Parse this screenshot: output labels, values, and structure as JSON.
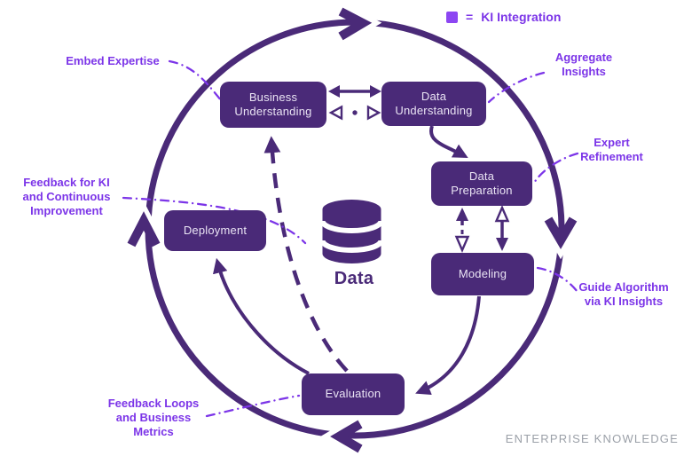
{
  "legend": {
    "equals": "=",
    "label": "KI Integration"
  },
  "stages": {
    "business_understanding": {
      "label": "Business\nUnderstanding"
    },
    "data_understanding": {
      "label": "Data\nUnderstanding"
    },
    "data_preparation": {
      "label": "Data\nPreparation"
    },
    "modeling": {
      "label": "Modeling"
    },
    "evaluation": {
      "label": "Evaluation"
    },
    "deployment": {
      "label": "Deployment"
    }
  },
  "center": {
    "label": "Data"
  },
  "annotations": {
    "embed_expertise": {
      "label": "Embed Expertise"
    },
    "aggregate_insights": {
      "label": "Aggregate\nInsights"
    },
    "expert_refinement": {
      "label": "Expert\nRefinement"
    },
    "guide_algorithm": {
      "label": "Guide Algorithm\nvia KI Insights"
    },
    "feedback_loops": {
      "label": "Feedback Loops\nand Business\nMetrics"
    },
    "feedback_ki": {
      "label": "Feedback for KI\nand Continuous\nImprovement"
    }
  },
  "footer": {
    "brand": "ENTERPRISE KNOWLEDGE"
  },
  "colors": {
    "dark_purple": "#4A2A78",
    "bright_purple": "#7C35E8",
    "legend_square": "#8C46F2",
    "box_text": "#EAE4F4",
    "footer_gray": "#9BA0A8"
  },
  "icons": {
    "ki_marker": "filled-square",
    "cycle_arrowheads": "chevron",
    "data_store": "database-cylinder"
  }
}
